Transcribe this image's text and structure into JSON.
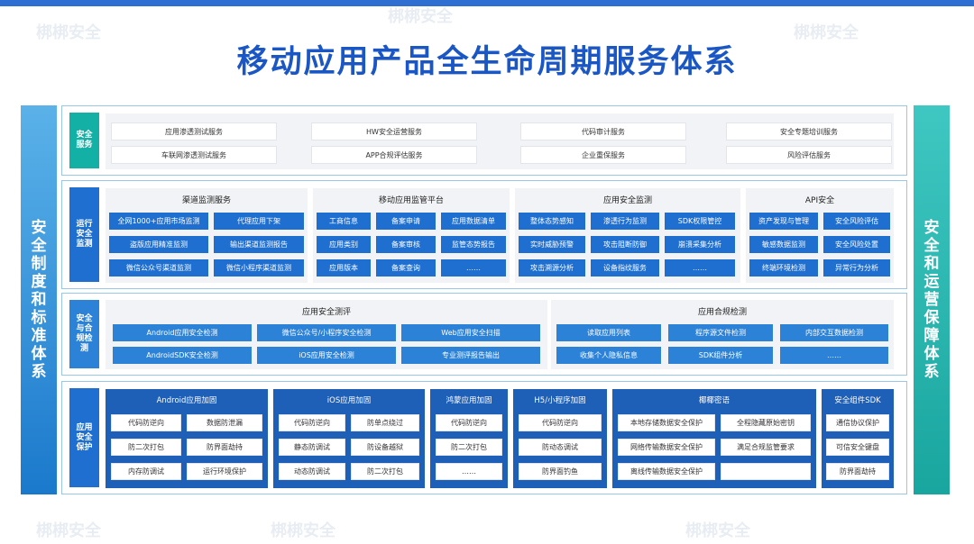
{
  "title": "移动应用产品全生命周期服务体系",
  "left_side": "安全制度和标准体系",
  "right_side": "安全和运营保障体系",
  "layers": {
    "service": {
      "label": "安全服务",
      "items": [
        "应用渗透测试服务",
        "HW安全运营服务",
        "代码审计服务",
        "安全专题培训服务",
        "车联网渗透测试服务",
        "APP合规评估服务",
        "企业重保服务",
        "风险评估服务"
      ]
    },
    "monitor": {
      "label": "运行安全监测",
      "sections": [
        {
          "title": "渠道监测服务",
          "items": [
            "全网1000+应用市场监测",
            "代理应用下架",
            "盗版应用精准监测",
            "输出渠道监测报告",
            "微信公众号渠道监测",
            "微信小程序渠道监测"
          ]
        },
        {
          "title": "移动应用监管平台",
          "items": [
            "工商信息",
            "备案申请",
            "应用数据清单",
            "应用类别",
            "备案审核",
            "监管态势报告",
            "应用版本",
            "备案查询",
            "……"
          ]
        },
        {
          "title": "应用安全监测",
          "items": [
            "整体态势感知",
            "渗透行为监测",
            "SDK权限管控",
            "实时威胁预警",
            "攻击阻断防御",
            "崩溃采集分析",
            "攻击溯源分析",
            "设备指纹服务",
            "……"
          ]
        },
        {
          "title": "API安全",
          "items": [
            "资产发现与管理",
            "安全风险评估",
            "敏感数据监测",
            "安全风险处置",
            "终端环境检测",
            "异常行为分析"
          ]
        }
      ]
    },
    "test": {
      "label": "安全与合规检测",
      "sections": [
        {
          "title": "应用安全测评",
          "items": [
            "Android应用安全检测",
            "微信公众号/小程序安全检测",
            "Web应用安全扫描",
            "AndroidSDK安全检测",
            "iOS应用安全检测",
            "专业测评报告输出"
          ]
        },
        {
          "title": "应用合规检测",
          "items": [
            "读取应用列表",
            "程序源文件检测",
            "内部交互数据检测",
            "收集个人隐私信息",
            "SDK组件分析",
            "……"
          ]
        }
      ]
    },
    "protect": {
      "label": "应用安全保护",
      "cards": [
        {
          "title": "Android应用加固",
          "items": [
            "代码防逆向",
            "数据防泄漏",
            "防二次打包",
            "防界面劫持",
            "内存防调试",
            "运行环境保护"
          ]
        },
        {
          "title": "iOS应用加固",
          "items": [
            "代码防逆向",
            "防单点绕过",
            "静态防调试",
            "防设备越狱",
            "动态防调试",
            "防二次打包"
          ]
        },
        {
          "title": "鸿蒙应用加固",
          "items": [
            "代码防逆向",
            "防二次打包",
            "……"
          ]
        },
        {
          "title": "H5/小程序加固",
          "items": [
            "代码防逆向",
            "防动态调试",
            "防界面钓鱼"
          ]
        },
        {
          "title": "椰椰密语",
          "items": [
            "本地存储数据安全保护",
            "全程隐藏原始密钥",
            "网络传输数据安全保护",
            "满足合规监管要求",
            "离线传输数据安全保护",
            ""
          ]
        },
        {
          "title": "安全组件SDK",
          "items": [
            "通信协议保护",
            "可信安全键盘",
            "防界面劫持"
          ]
        }
      ]
    }
  },
  "watermark": "梆梆安全",
  "colors": {
    "accent": "#1a56c4",
    "blue": "#1e6fcf",
    "teal": "#13b0a6",
    "card": "#1e5fb7"
  }
}
